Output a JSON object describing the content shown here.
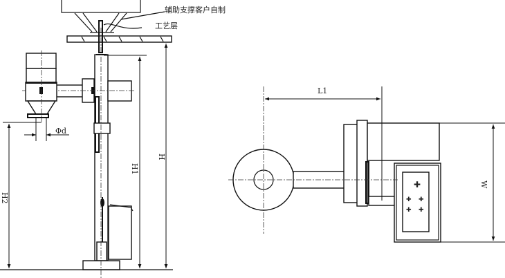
{
  "labels": {
    "aux_support": "辅助支撑客户自制",
    "process_layer": "工艺层",
    "diameter": "Φd",
    "h": "H",
    "h1": "H1",
    "h2": "H2",
    "l1": "L1",
    "w": "W"
  }
}
